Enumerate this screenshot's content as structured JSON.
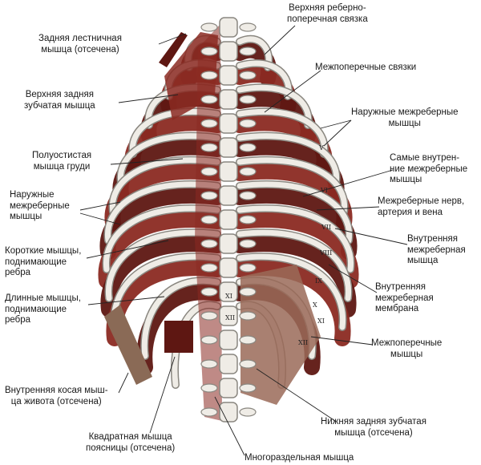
{
  "colors": {
    "muscle": "#8b2a22",
    "muscle_dark": "#5e1712",
    "bone": "#efece6",
    "bone_shadow": "#8a8780",
    "leader": "#222222"
  },
  "labels": {
    "posterior_scalene": [
      "Задняя лестничная",
      "мышца (отсечена)"
    ],
    "serratus_posterior_superior": [
      "Верхняя задняя",
      "зубчатая мышца"
    ],
    "semispinalis_thoracis": [
      "Полуостистая",
      "мышца груди"
    ],
    "external_intercostal_left": [
      "Наружные",
      "межреберные",
      "мышцы"
    ],
    "levatores_costarum_breves": [
      "Короткие мышцы,",
      "поднимающие",
      "ребра"
    ],
    "levatores_costarum_longi": [
      "Длинные мышцы,",
      "поднимающие",
      "ребра"
    ],
    "internal_oblique": [
      "Внутренняя косая мыш-",
      "ца живота (отсечена)"
    ],
    "quadratus_lumborum": [
      "Квадратная мышца",
      "поясницы (отсечена)"
    ],
    "multifidus": [
      "Многораздельная мышца"
    ],
    "superior_costotransverse_ligament": [
      "Верхняя реберно-",
      "поперечная связка"
    ],
    "intertransverse_ligaments": [
      "Межпоперечные связки"
    ],
    "external_intercostal_right": [
      "Наружные межреберные",
      "мышцы"
    ],
    "innermost_intercostal": [
      "Самые внутрен-",
      "ние межреберные",
      "мышцы"
    ],
    "intercostal_nerve": [
      "Межреберные нерв,",
      "артерия и вена"
    ],
    "internal_intercostal": [
      "Внутренняя",
      "межреберная",
      "мышца"
    ],
    "internal_intercostal_membrane": [
      "Внутренняя",
      "межреберная",
      "мембрана"
    ],
    "intertransverse_muscles": [
      "Межпоперечные",
      "мышцы"
    ],
    "serratus_posterior_inferior": [
      "Нижняя задняя зубчатая",
      "мышца (отсечена)"
    ]
  },
  "rib_numerals": [
    "V",
    "VI",
    "VII",
    "VIII",
    "IX",
    "X",
    "XI",
    "XII"
  ],
  "vertebra_numerals": [
    "XI",
    "XII"
  ]
}
